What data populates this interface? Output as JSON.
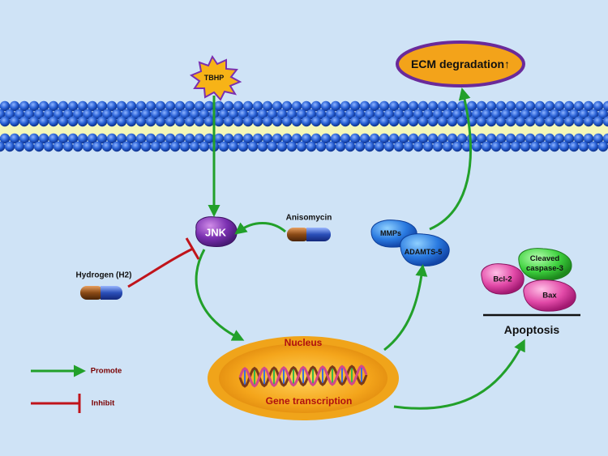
{
  "labels": {
    "tbhp": "TBHP",
    "ecm": "ECM degradation↑",
    "jnk": "JNK",
    "anisomycin": "Anisomycin",
    "hydrogen": "Hydrogen (H2)",
    "mmps": "MMPs",
    "adamts5": "ADAMTS-5",
    "cleaved_caspase3": "Cleaved caspase-3",
    "bcl2": "Bcl-2",
    "bax": "Bax",
    "apoptosis": "Apoptosis",
    "nucleus": "Nucleus",
    "gene_transcription": "Gene transcription"
  },
  "legend": {
    "promote": "Promote",
    "inhibit": "Inhibit"
  },
  "colors": {
    "background": "#cfe3f6",
    "membrane_bead": "#1f5fcf",
    "membrane_core": "#f4f7b8",
    "promote_arrow": "#22a02a",
    "inhibit_line": "#c0141b",
    "nucleus_fill": "#f3a31a",
    "ecm_fill": "#f3a31a",
    "ecm_border": "#6a2a9a",
    "jnk": "#6a2a9a",
    "mmps": "#2a7ae0",
    "cleaved_caspase3": "#3ed13e",
    "bcl2": "#e24aa8",
    "bax": "#e24aa8"
  }
}
